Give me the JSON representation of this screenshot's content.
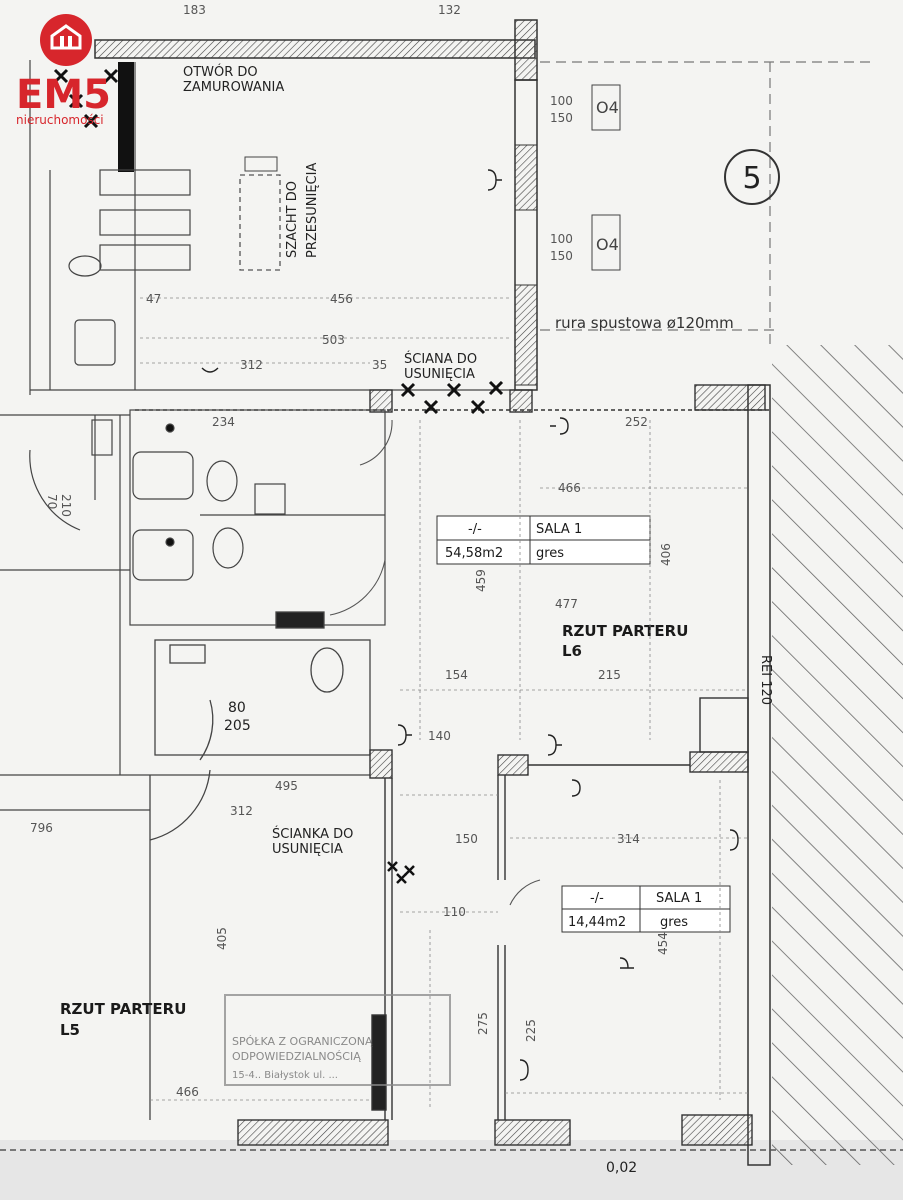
{
  "logo": {
    "text": "EM5",
    "subtext": "nieruchomości",
    "colors": {
      "brand": "#d7262c"
    }
  },
  "circle_number": "5",
  "notes": {
    "otwor": [
      "OTWÓR DO",
      "ZAMUROWANIA"
    ],
    "szacht": [
      "SZACHT DO",
      "PRZESUNIĘCIA"
    ],
    "rura": "rura spustowa ø120mm",
    "sciana": [
      "ŚCIANA DO",
      "USUNIĘCIA"
    ],
    "scianka": [
      "ŚCIANKA DO",
      "USUNIĘCIA"
    ],
    "rei": "REI 120"
  },
  "rooms": {
    "l6": {
      "title": "RZUT PARTERU",
      "code": "L6"
    },
    "l5": {
      "title": "RZUT PARTERU",
      "code": "L5"
    }
  },
  "tables": {
    "t1": {
      "id": "-/-",
      "name": "SALA 1",
      "area": "54,58m2",
      "floor": "gres"
    },
    "t2": {
      "id": "-/-",
      "name": "SALA 1",
      "area": "14,44m2",
      "floor": "gres"
    }
  },
  "windows": [
    {
      "a": "100",
      "b": "150",
      "tag": "O4"
    },
    {
      "a": "100",
      "b": "150",
      "tag": "O4"
    }
  ],
  "dims": {
    "d183": "183",
    "d132": "132",
    "d47": "47",
    "d456": "456",
    "d503": "503",
    "d312a": "312",
    "d234": "234",
    "d252": "252",
    "d466a": "466",
    "d406": "406",
    "d477": "477",
    "d459": "459",
    "d154": "154",
    "d215": "215",
    "d140": "140",
    "d80": "80",
    "d205": "205",
    "d312b": "312",
    "d495": "495",
    "d796": "796",
    "d150": "150",
    "d314": "314",
    "d110": "110",
    "d405": "405",
    "d466b": "466",
    "d225": "225",
    "d275": "275",
    "d454": "454",
    "d002": "0,02",
    "d35": "35",
    "d210": "210",
    "d70": "70"
  },
  "stamp": [
    "SPÓŁKA Z OGRANICZONĄ",
    "ODPOWIEDZIALNOŚCIĄ",
    "15-4.. Białystok ul. ..."
  ]
}
